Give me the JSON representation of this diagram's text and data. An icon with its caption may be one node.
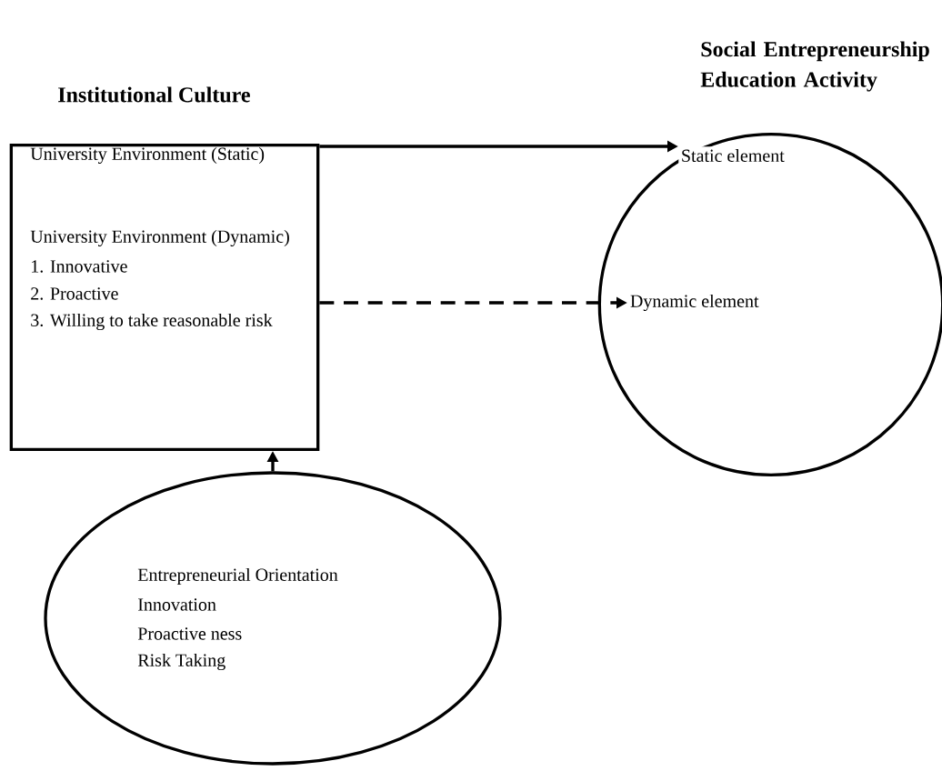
{
  "diagram": {
    "nodes": [
      {
        "text": [
          "Institutional Culture",
          "University Environment (Static)",
          "University Environment (Dynamic)",
          "1. Innovative",
          "2. Proactive",
          "3. Willing to take reasonable risk"
        ]
      },
      {
        "text": [
          "Social Entrepreneurship Education Activity"
        ]
      },
      {
        "text": [
          "Static element"
        ],
        "in": 1
      },
      {
        "text": [
          "Dynamic element"
        ],
        "in": 1
      },
      {
        "text": [
          "Entrepreneurial Orientation",
          "Innovation",
          "Proactive ness",
          "Risk Taking"
        ]
      }
    ],
    "edges": [
      {
        "from": 0,
        "to": 2,
        "arrow": "to"
      },
      {
        "from": 0,
        "to": 3,
        "arrow": "to",
        "style": "dashed"
      },
      {
        "from": 4,
        "to": 0,
        "arrow": "to",
        "style": "dashed"
      }
    ]
  }
}
